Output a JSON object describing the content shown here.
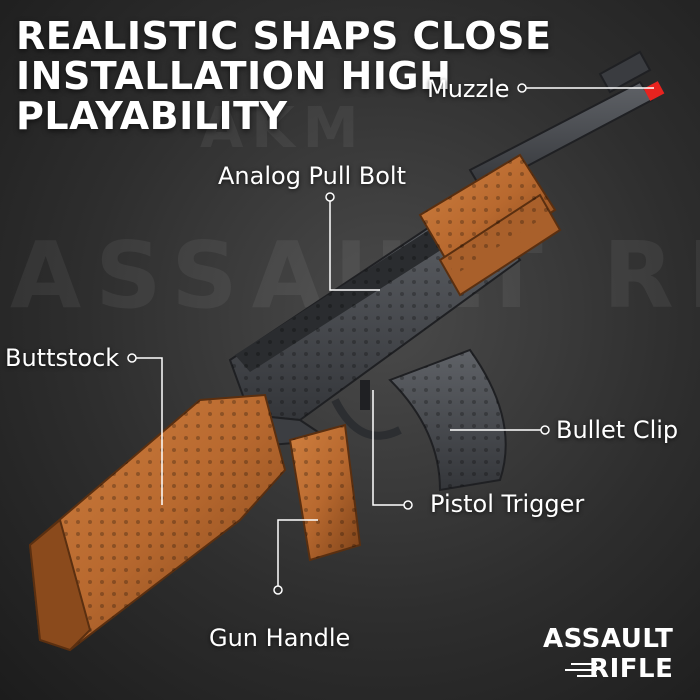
{
  "headline": {
    "line1": "REALISTIC SHAPS CLOSE",
    "line2": "INSTALLATION HIGH",
    "line3": "PLAYABILITY"
  },
  "watermark": {
    "small": "AKM",
    "large": "ASSAULT RIFLE"
  },
  "callouts": {
    "muzzle": "Muzzle",
    "analog_pull_bolt": "Analog Pull Bolt",
    "buttstock": "Buttstock",
    "bullet_clip": "Bullet Clip",
    "pistol_trigger": "Pistol Trigger",
    "gun_handle": "Gun Handle"
  },
  "brand": {
    "line1": "ASSAULT",
    "line2": "RIFLE"
  },
  "colors": {
    "wood": "#b8692f",
    "wood_dark": "#8a4a1c",
    "metal": "#4e5156",
    "metal_dark": "#2c2e31",
    "muzzle_tip": "#e8231f",
    "callout_line": "#ffffff"
  }
}
